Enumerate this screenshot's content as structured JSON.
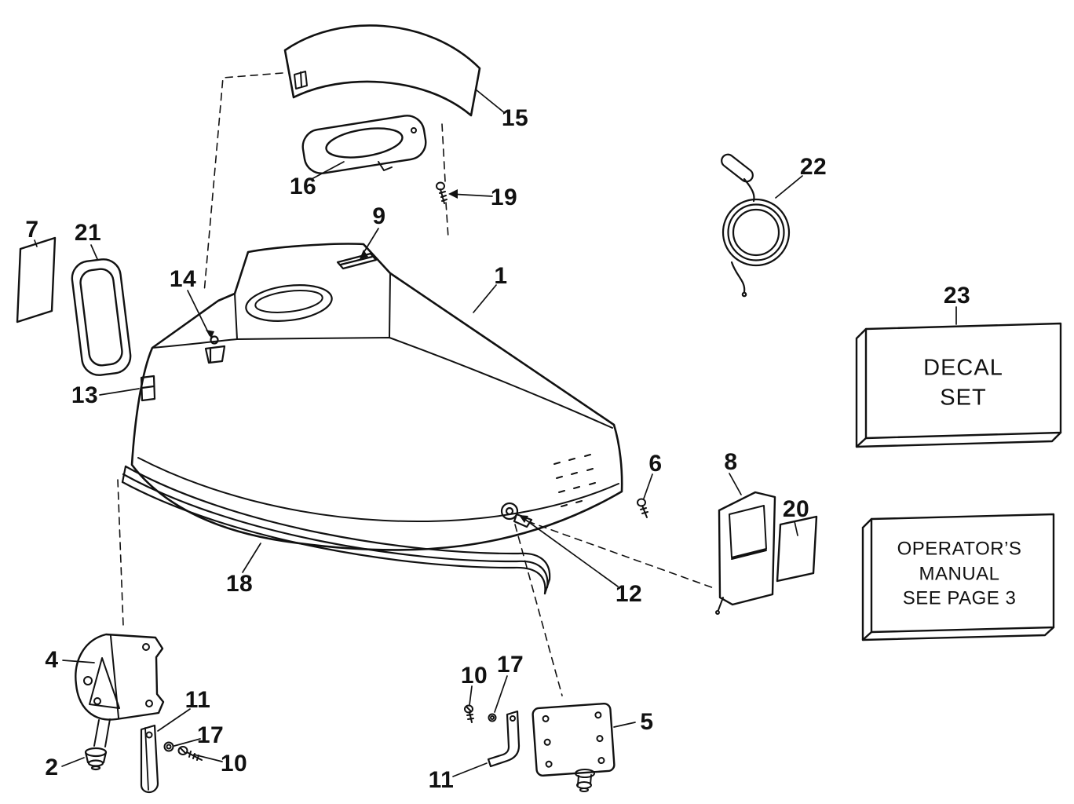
{
  "diagram": {
    "kind": "exploded-parts-diagram",
    "ink_color": "#111111",
    "background": "#ffffff"
  },
  "callouts": [
    {
      "part": "7"
    },
    {
      "part": "21"
    },
    {
      "part": "14"
    },
    {
      "part": "16"
    },
    {
      "part": "9"
    },
    {
      "part": "15"
    },
    {
      "part": "19"
    },
    {
      "part": "1"
    },
    {
      "part": "22"
    },
    {
      "part": "23"
    },
    {
      "part": "13"
    },
    {
      "part": "6"
    },
    {
      "part": "8"
    },
    {
      "part": "20"
    },
    {
      "part": "18"
    },
    {
      "part": "12"
    },
    {
      "part": "4"
    },
    {
      "part": "10"
    },
    {
      "part": "17"
    },
    {
      "part": "11"
    },
    {
      "part": "17"
    },
    {
      "part": "10"
    },
    {
      "part": "2"
    },
    {
      "part": "5"
    },
    {
      "part": "11"
    }
  ],
  "decal_box": {
    "line1": "DECAL",
    "line2": "SET"
  },
  "manual_box": {
    "line1": "OPERATOR’S",
    "line2": "MANUAL",
    "line3": "SEE PAGE 3"
  }
}
